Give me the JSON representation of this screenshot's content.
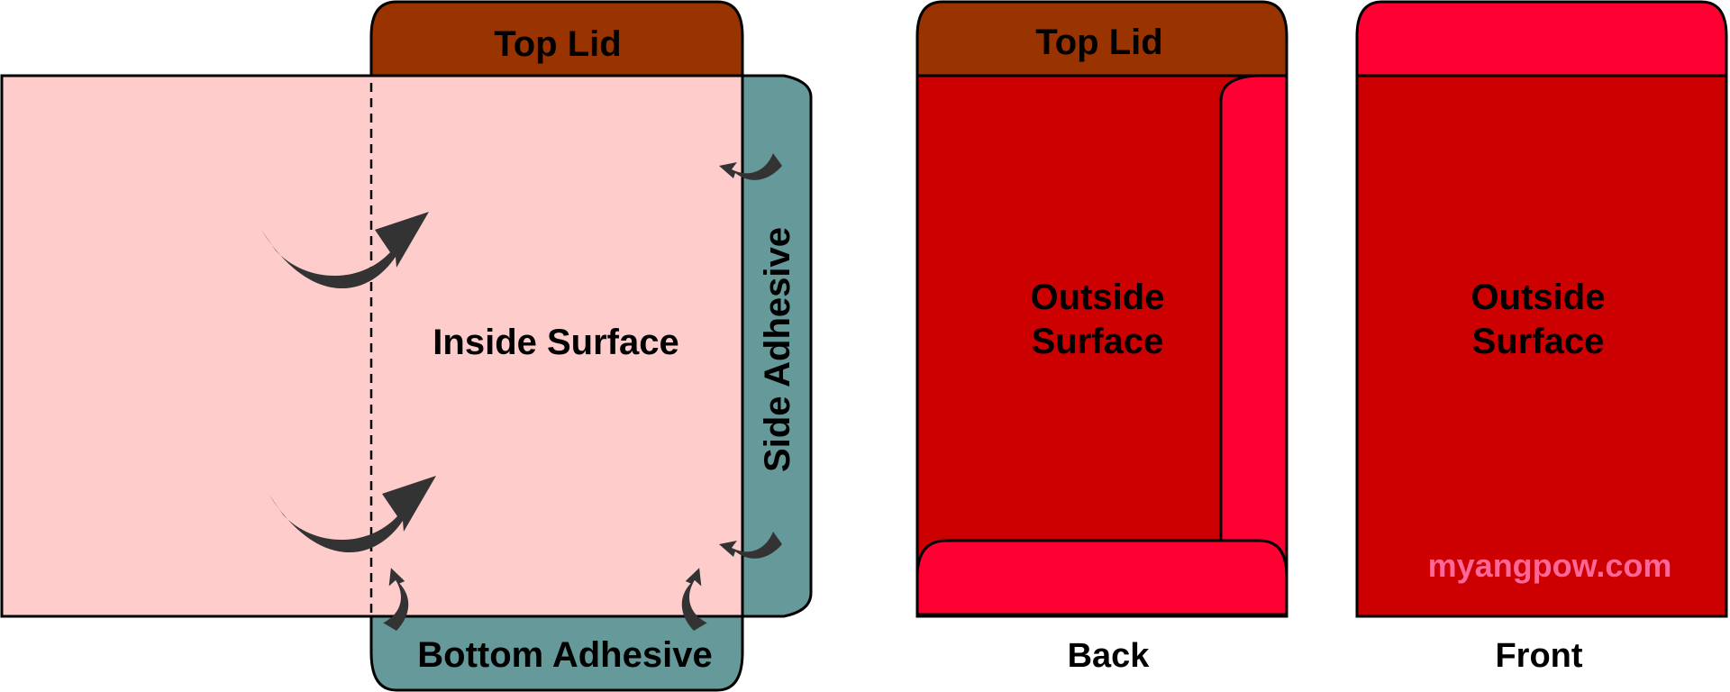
{
  "labels": {
    "top_lid": "Top Lid",
    "inside_surface": "Inside Surface",
    "side_adhesive": "Side Adhesive",
    "bottom_adhesive": "Bottom Adhesive",
    "back_top_lid": "Top Lid",
    "outside_surface_back_line1": "Outside",
    "outside_surface_back_line2": "Surface",
    "outside_surface_front_line1": "Outside",
    "outside_surface_front_line2": "Surface",
    "watermark": "myangpow.com",
    "back_caption": "Back",
    "front_caption": "Front"
  },
  "colors": {
    "lid_brown": "#993300",
    "inside_pink": "#FFCCCC",
    "adhesive_teal": "#669999",
    "outside_red": "#CC0000",
    "flap_red": "#FF0033",
    "arrow_gray": "#333333",
    "watermark_pink": "#FF6699"
  },
  "icons": {
    "fold_arrow": "curved-fold-arrow-icon"
  }
}
